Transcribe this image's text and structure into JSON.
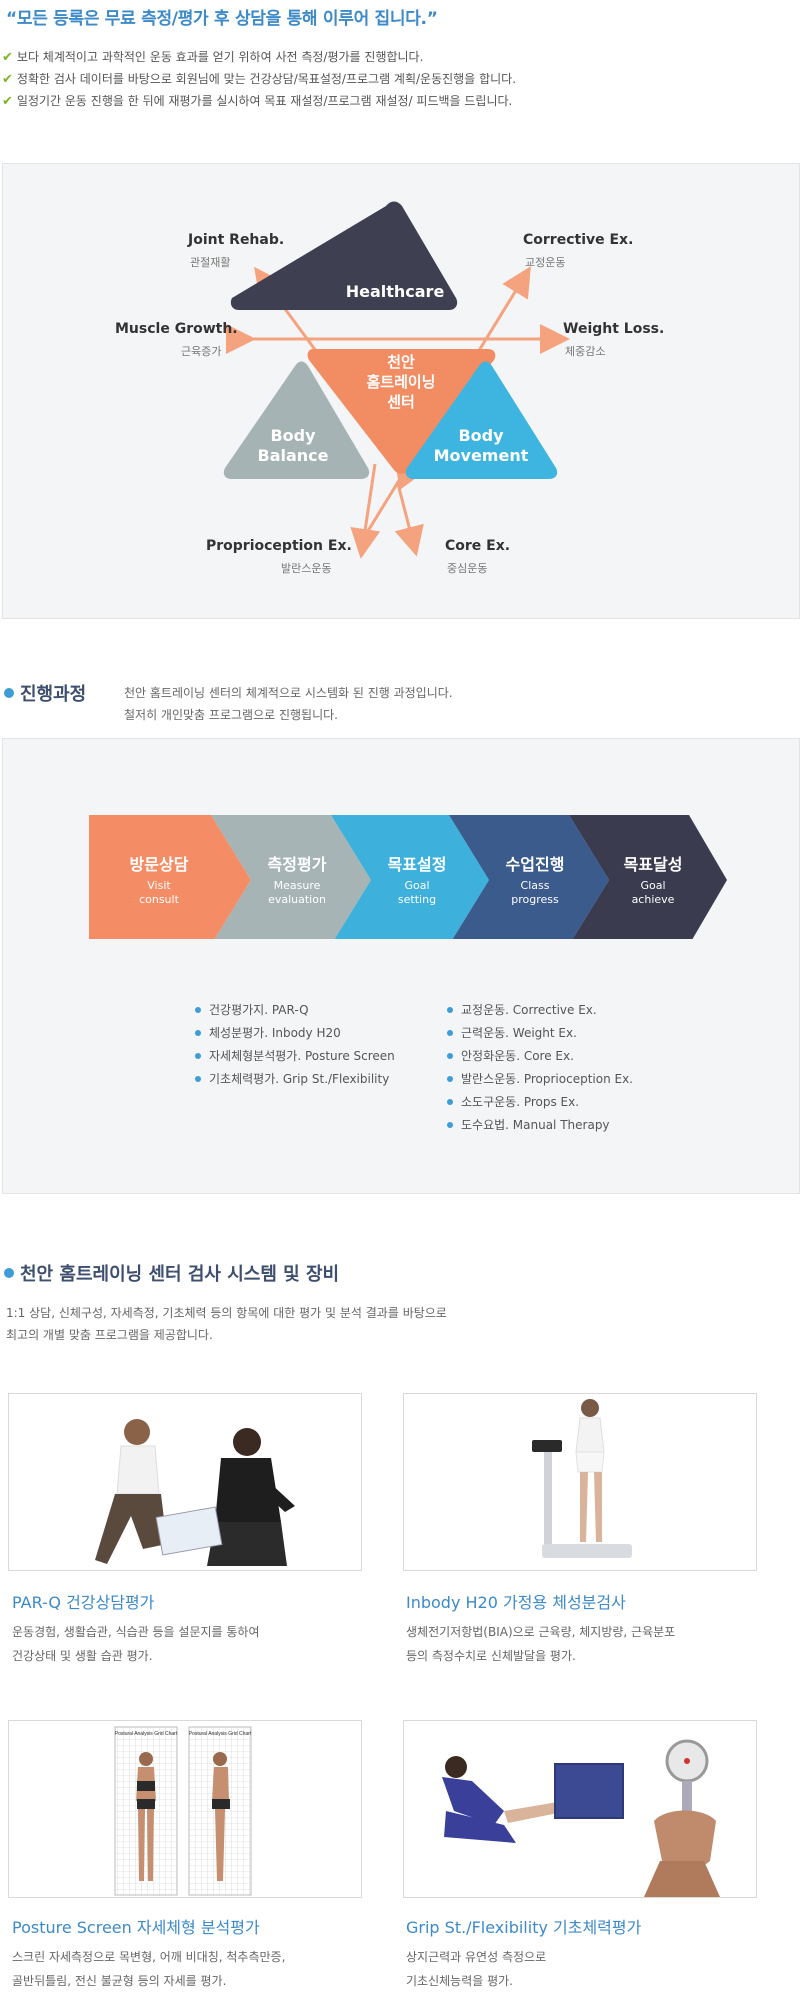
{
  "intro": {
    "headline": "“모든 등록은 무료 측정/평가 후 상담을 통해 이루어 집니다.”",
    "bullets": [
      "보다 체계적이고 과학적인 운동 효과를 얻기 위하여 사전 측정/평가를 진행합니다.",
      "정확한 검사 데이터를 바탕으로 회원님에 맞는 건강상담/목표설정/프로그램 계획/운동진행을 합니다.",
      "일정기간 운동 진행을 한 뒤에 재평가를 실시하여 목표 재설정/프로그램 재설정/ 피드백을 드립니다."
    ]
  },
  "diagram": {
    "center": [
      "천안",
      "홈트레이닝",
      "센터"
    ],
    "healthcare": "Healthcare",
    "body_balance": [
      "Body",
      "Balance"
    ],
    "body_movement": [
      "Body",
      "Movement"
    ],
    "labels": {
      "joint_en": "Joint Rehab.",
      "joint_ko": "관절재활",
      "corrective_en": "Corrective Ex.",
      "corrective_ko": "교정운동",
      "muscle_en": "Muscle Growth.",
      "muscle_ko": "근육증가",
      "weight_en": "Weight Loss.",
      "weight_ko": "체중감소",
      "proprio_en": "Proprioception Ex.",
      "proprio_ko": "발란스운동",
      "core_en": "Core Ex.",
      "core_ko": "중심운동"
    },
    "colors": {
      "healthcare": "#3f3f52",
      "center": "#f28c63",
      "balance": "#a5b3b4",
      "movement": "#3eb5e0",
      "arrow": "#f5a27e"
    }
  },
  "process": {
    "title": "진행과정",
    "desc": [
      "천안 홈트레이닝 센터의 체계적으로 시스템화 된 진행 과정입니다.",
      "철저히 개인맞춤 프로그램으로 진행됩니다."
    ],
    "steps": [
      {
        "ko": "방문상담",
        "en1": "Visit",
        "en2": "consult",
        "color": "#f48d66"
      },
      {
        "ko": "측정평가",
        "en1": "Measure",
        "en2": "evaluation",
        "color": "#a6b4b5"
      },
      {
        "ko": "목표설정",
        "en1": "Goal",
        "en2": "setting",
        "color": "#3eb0dc"
      },
      {
        "ko": "수업진행",
        "en1": "Class",
        "en2": "progress",
        "color": "#3a5b8c"
      },
      {
        "ko": "목표달성",
        "en1": "Goal",
        "en2": "achieve",
        "color": "#3b3b50"
      }
    ],
    "eval_items": [
      "건강평가지. PAR-Q",
      "체성분평가. Inbody H20",
      "자세체형분석평가. Posture Screen",
      "기초체력평가. Grip St./Flexibility"
    ],
    "class_items": [
      "교정운동. Corrective Ex.",
      "근력운동. Weight Ex.",
      "안정화운동. Core Ex.",
      "발란스운동. Proprioception Ex.",
      "소도구운동. Props Ex.",
      "도수요법.  Manual Therapy"
    ]
  },
  "equipment": {
    "title": "천안 홈트레이닝 센터 검사 시스템 및 장비",
    "desc": [
      "1:1 상담, 신체구성, 자세측정, 기초체력 등의 항목에 대한 평가 및 분석 결과를 바탕으로",
      "최고의 개별 맞춤 프로그램을 제공합니다."
    ],
    "cards": [
      {
        "title": "PAR-Q 건강상담평가",
        "desc": [
          "운동경험, 생활습관, 식습관 등을 설문지를 통하여",
          "건강상태 및 생활 습관 평가."
        ]
      },
      {
        "title": "Inbody H20 가정용 체성분검사",
        "desc": [
          "생체전기저항법(BIA)으로 근육량, 체지방량, 근육분포",
          "등의 측정수치로 신체발달을 평가."
        ]
      },
      {
        "title": "Posture Screen 자세체형 분석평가",
        "desc": [
          "스크린 자세측정으로 목변형, 어깨 비대칭, 척추측만증,",
          "골반뒤틀림, 전신 불균형 등의 자세를 평가."
        ]
      },
      {
        "title": "Grip St./Flexibility  기초체력평가",
        "desc": [
          "상지근력과 유연성 측정으로",
          "기초신체능력을 평가."
        ]
      }
    ],
    "chart_titles": [
      "Postural Analysis Grid Chart",
      "Postural Analysis Grid Chart"
    ]
  }
}
